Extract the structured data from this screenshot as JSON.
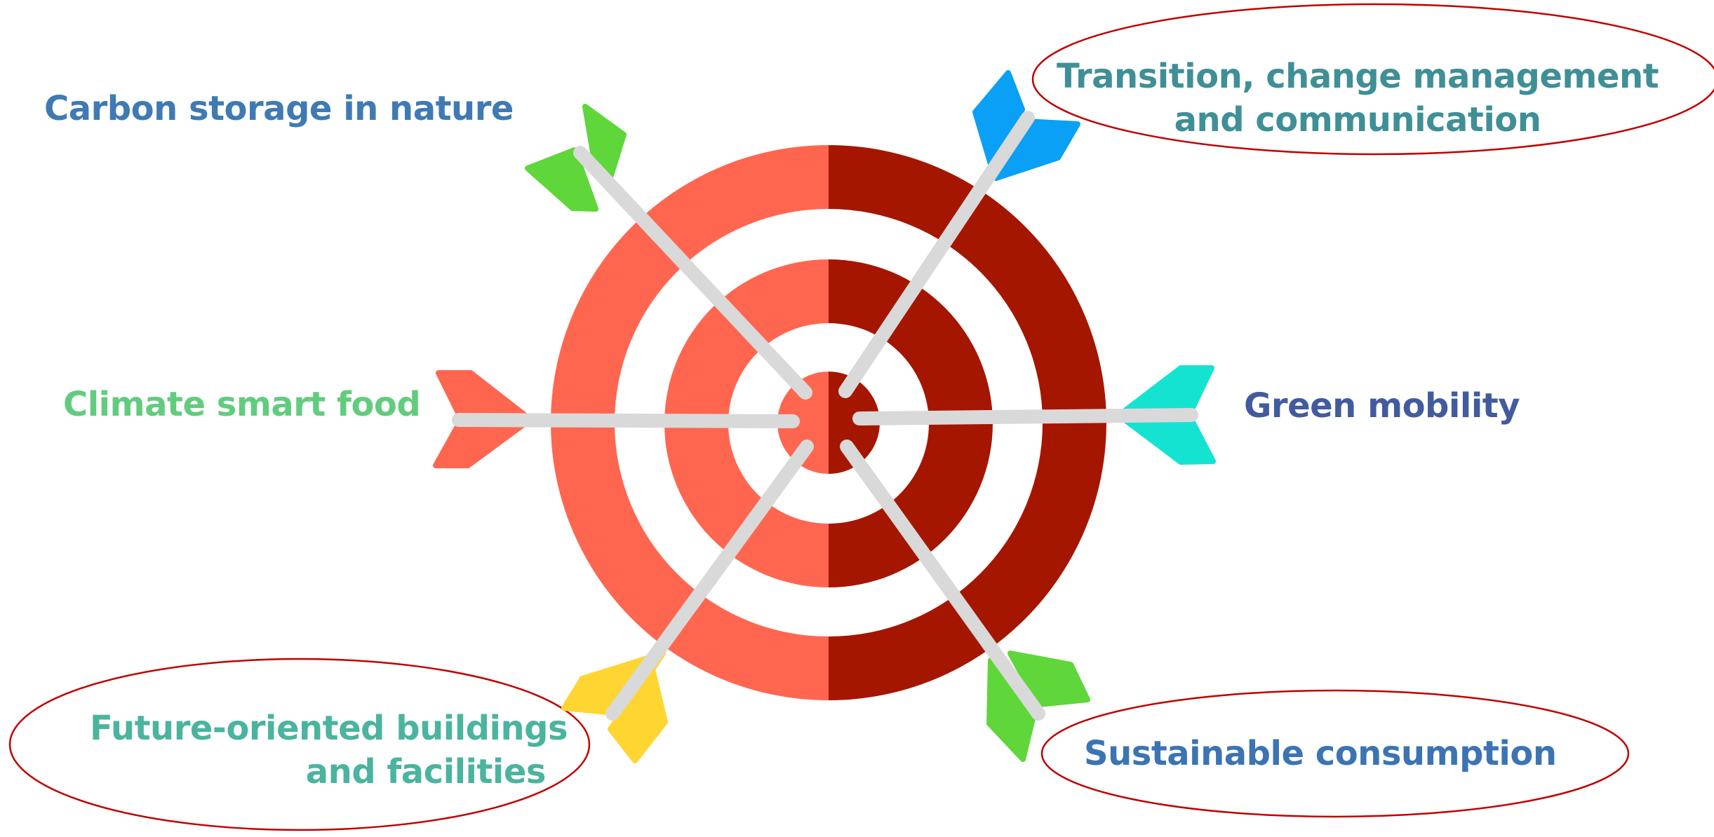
{
  "colors": {
    "ring_light": "#ff6650",
    "ring_dark": "#a51600",
    "shaft": "#d9d9d9",
    "oval_stroke": "#c00000",
    "fletch_green": "#5fd63a",
    "fletch_blue": "#0aa0f5",
    "fletch_red": "#ff6650",
    "fletch_cyan": "#15e3d2",
    "fletch_yellow": "#ffd531"
  },
  "labels": {
    "carbon": {
      "text": "Carbon storage in nature",
      "color": "#3f7ab4"
    },
    "transition": {
      "line1": "Transition, change management",
      "line2": "and communication",
      "color": "#3f8f96"
    },
    "food": {
      "text": "Climate smart food",
      "color": "#62cc7e"
    },
    "mobility": {
      "text": "Green mobility",
      "color": "#425b9e"
    },
    "buildings": {
      "line1": "Future-oriented buildings",
      "line2": "and facilities",
      "color": "#4bb49e"
    },
    "consumption": {
      "text": "Sustainable consumption",
      "color": "#3c74b2"
    }
  },
  "arrows": [
    {
      "name": "arrow-carbon",
      "fletch": "fletch_green"
    },
    {
      "name": "arrow-transition",
      "fletch": "fletch_blue"
    },
    {
      "name": "arrow-food",
      "fletch": "fletch_red"
    },
    {
      "name": "arrow-mobility",
      "fletch": "fletch_cyan"
    },
    {
      "name": "arrow-buildings",
      "fletch": "fletch_yellow"
    },
    {
      "name": "arrow-consumption",
      "fletch": "fletch_green"
    }
  ]
}
